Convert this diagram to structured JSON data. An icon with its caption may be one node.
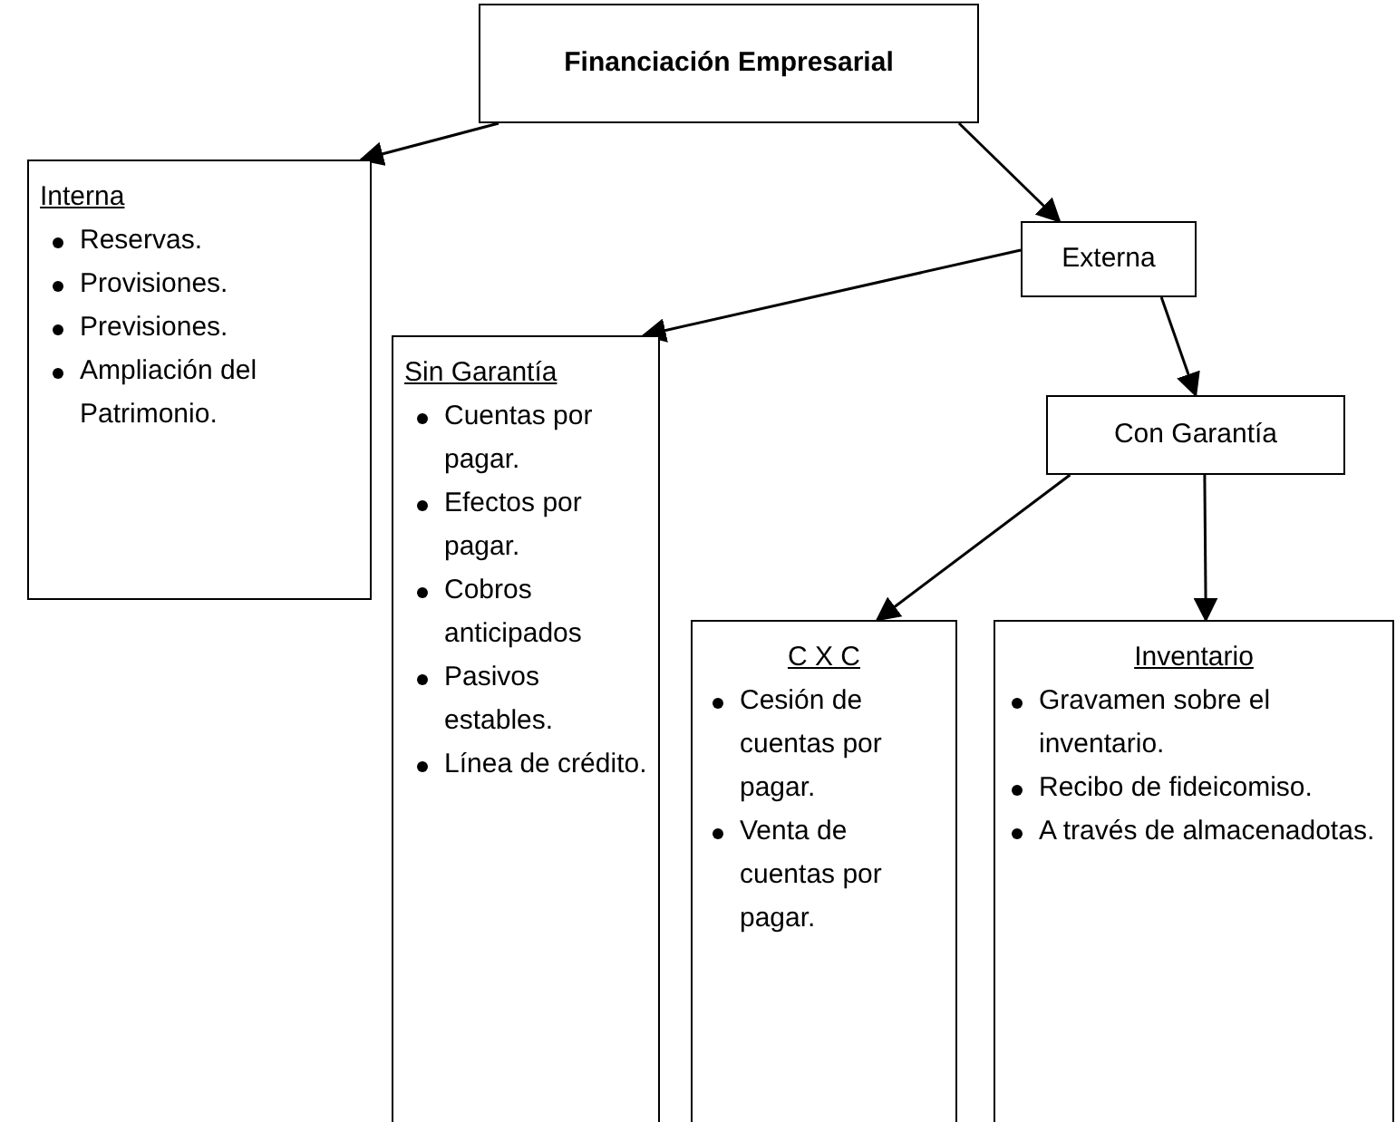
{
  "diagram": {
    "nodes": [
      {
        "text": [
          "Financiación Empresarial"
        ]
      },
      {
        "text": [
          "Interna",
          "Reservas.",
          "Provisiones.",
          "Previsiones.",
          "Ampliación del Patrimonio."
        ]
      },
      {
        "text": [
          "Externa"
        ]
      },
      {
        "text": [
          "Sin Garantía",
          "Cuentas por pagar.",
          "Efectos por pagar.",
          "Cobros anticipados",
          "Pasivos estables.",
          "Línea de crédito."
        ]
      },
      {
        "text": [
          "Con Garantía"
        ]
      },
      {
        "text": [
          "C X C",
          "Cesión de cuentas por pagar.",
          "Venta de cuentas por pagar."
        ]
      },
      {
        "text": [
          "Inventario",
          "Gravamen sobre el inventario.",
          "Recibo de fideicomiso.",
          "A través de almacenadotas."
        ]
      }
    ],
    "edges": [
      {
        "from": 0,
        "to": 1,
        "arrow": "to"
      },
      {
        "from": 0,
        "to": 2,
        "arrow": "to"
      },
      {
        "from": 2,
        "to": 3,
        "arrow": "to"
      },
      {
        "from": 2,
        "to": 4,
        "arrow": "to"
      },
      {
        "from": 4,
        "to": 5,
        "arrow": "to"
      },
      {
        "from": 4,
        "to": 6,
        "arrow": "to"
      }
    ]
  }
}
